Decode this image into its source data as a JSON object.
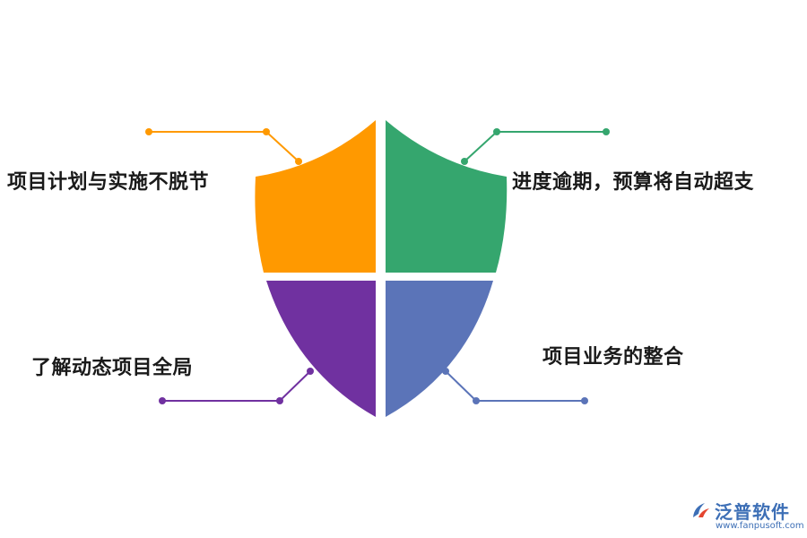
{
  "quadrants": [
    {
      "label": "项目计划与实施不脱节",
      "color": "#FF9900"
    },
    {
      "label": "进度逾期，预算将自动超支",
      "color": "#35A66E"
    },
    {
      "label": "了解动态项目全局",
      "color": "#7031A0"
    },
    {
      "label": "项目业务的整合",
      "color": "#5B74B8"
    }
  ],
  "brand": {
    "name": "泛普软件",
    "url": "www.fanpusoft.com",
    "color": "#3D6FB6",
    "logo_accent": "#E4452F"
  }
}
